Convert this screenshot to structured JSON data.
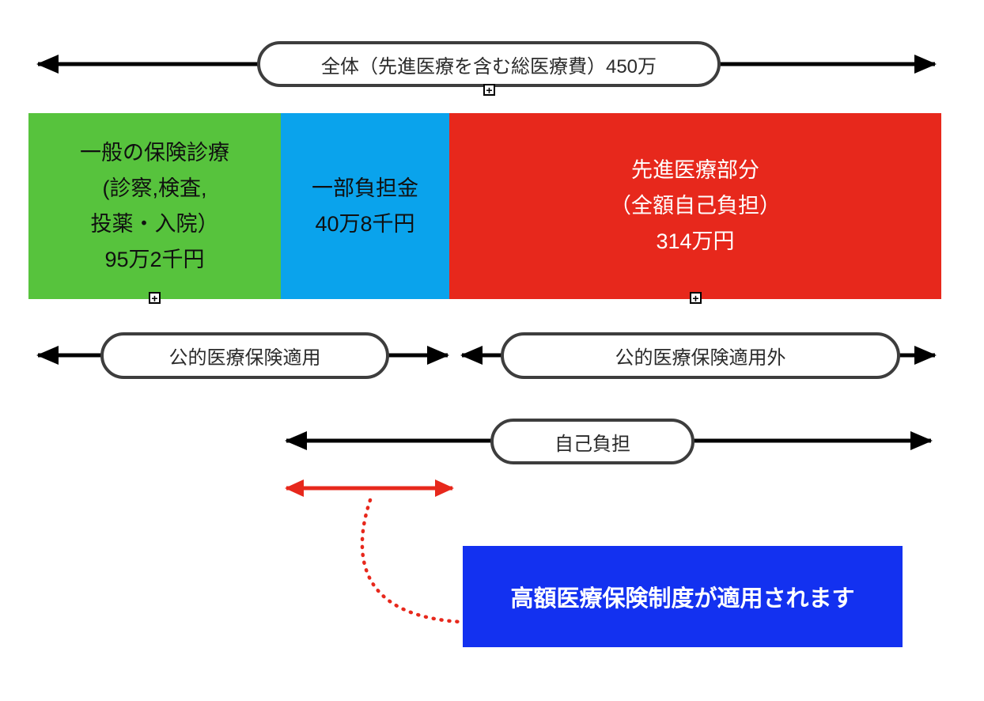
{
  "top_arrow": {
    "label": "全体（先進医療を含む総医療費）450万"
  },
  "plus_icon": "+",
  "bar": {
    "segments": [
      {
        "id": "general-insurance-treatment",
        "color": "#57C33D",
        "lines": [
          "一般の保険診療",
          "(診察,検査,",
          "投薬・入院）",
          "95万2千円"
        ]
      },
      {
        "id": "partial-copayment",
        "color": "#0AA3EC",
        "lines": [
          "一部負担金",
          "40万8千円"
        ]
      },
      {
        "id": "advanced-medical-portion",
        "color": "#E7281C",
        "lines": [
          "先進医療部分",
          "（全額自己負担）",
          "314万円"
        ]
      }
    ]
  },
  "range_labels": {
    "covered": "公的医療保険適用",
    "not_covered": "公的医療保険適用外",
    "self_pay": "自己負担"
  },
  "callout": {
    "text": "高額医療保険制度が適用されます",
    "color": "#1331F0"
  },
  "colors": {
    "arrow_black": "#000000",
    "arrow_red": "#E7281C",
    "pill_border": "#3d3d3d"
  }
}
